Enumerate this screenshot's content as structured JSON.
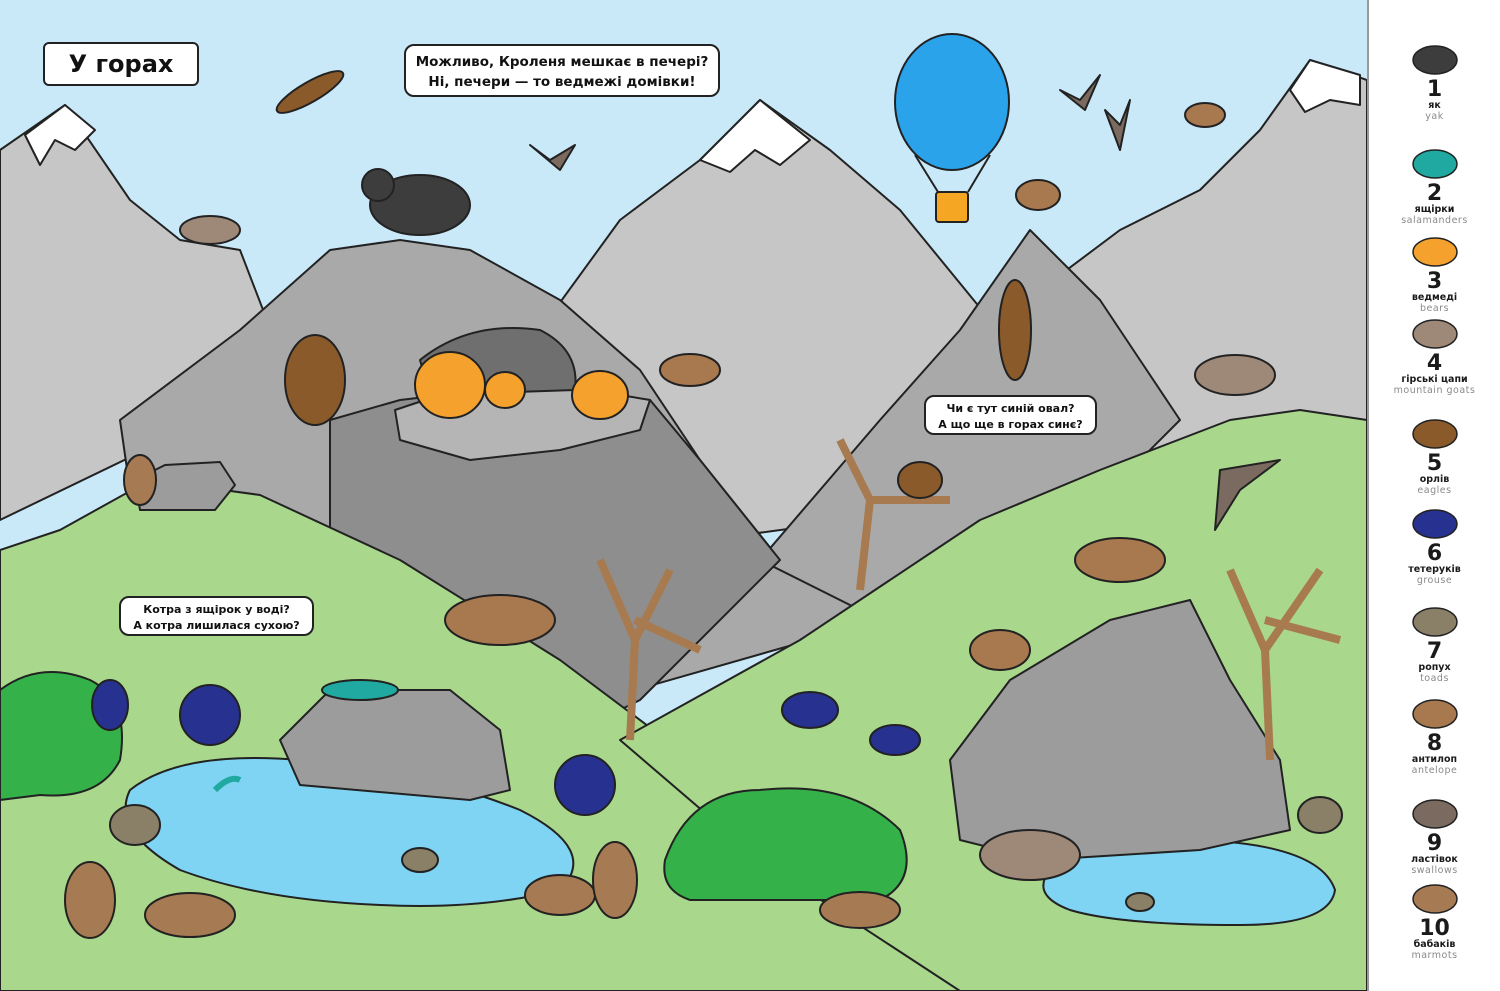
{
  "title": "У горах",
  "bubbles": [
    {
      "line1": "Можливо, Кроленя мешкає в печері?",
      "line2": "Ні, печери — то ведмежі домівки!"
    },
    {
      "line1": "Чи є тут синій овал?",
      "line2": "А що ще в горах синє?"
    },
    {
      "line1": "Котра з ящірок у воді?",
      "line2": "А котра лишилася сухою?"
    }
  ],
  "legend": [
    {
      "number": "1",
      "uk": "як",
      "en": "yak",
      "icon": "yak-icon"
    },
    {
      "number": "2",
      "uk": "ящірки",
      "en": "salamanders",
      "icon": "salamander-icon"
    },
    {
      "number": "3",
      "uk": "ведмеді",
      "en": "bears",
      "icon": "bear-icon"
    },
    {
      "number": "4",
      "uk": "гірські цапи",
      "en": "mountain goats",
      "icon": "goat-icon"
    },
    {
      "number": "5",
      "uk": "орлів",
      "en": "eagles",
      "icon": "eagle-icon"
    },
    {
      "number": "6",
      "uk": "тетеруків",
      "en": "grouse",
      "icon": "grouse-icon"
    },
    {
      "number": "7",
      "uk": "ропух",
      "en": "toads",
      "icon": "toad-icon"
    },
    {
      "number": "8",
      "uk": "антилоп",
      "en": "antelope",
      "icon": "antelope-icon"
    },
    {
      "number": "9",
      "uk": "ластівок",
      "en": "swallows",
      "icon": "swallow-icon"
    },
    {
      "number": "10",
      "uk": "бабаків",
      "en": "marmots",
      "icon": "marmot-icon"
    }
  ],
  "colors": {
    "sky": "#c9e9f9",
    "mountain": "#c6c6c6",
    "rock": "#9c9c9c",
    "grass": "#a9d78c",
    "water": "#7fd3f3",
    "balloon": "#2aa3ea"
  }
}
